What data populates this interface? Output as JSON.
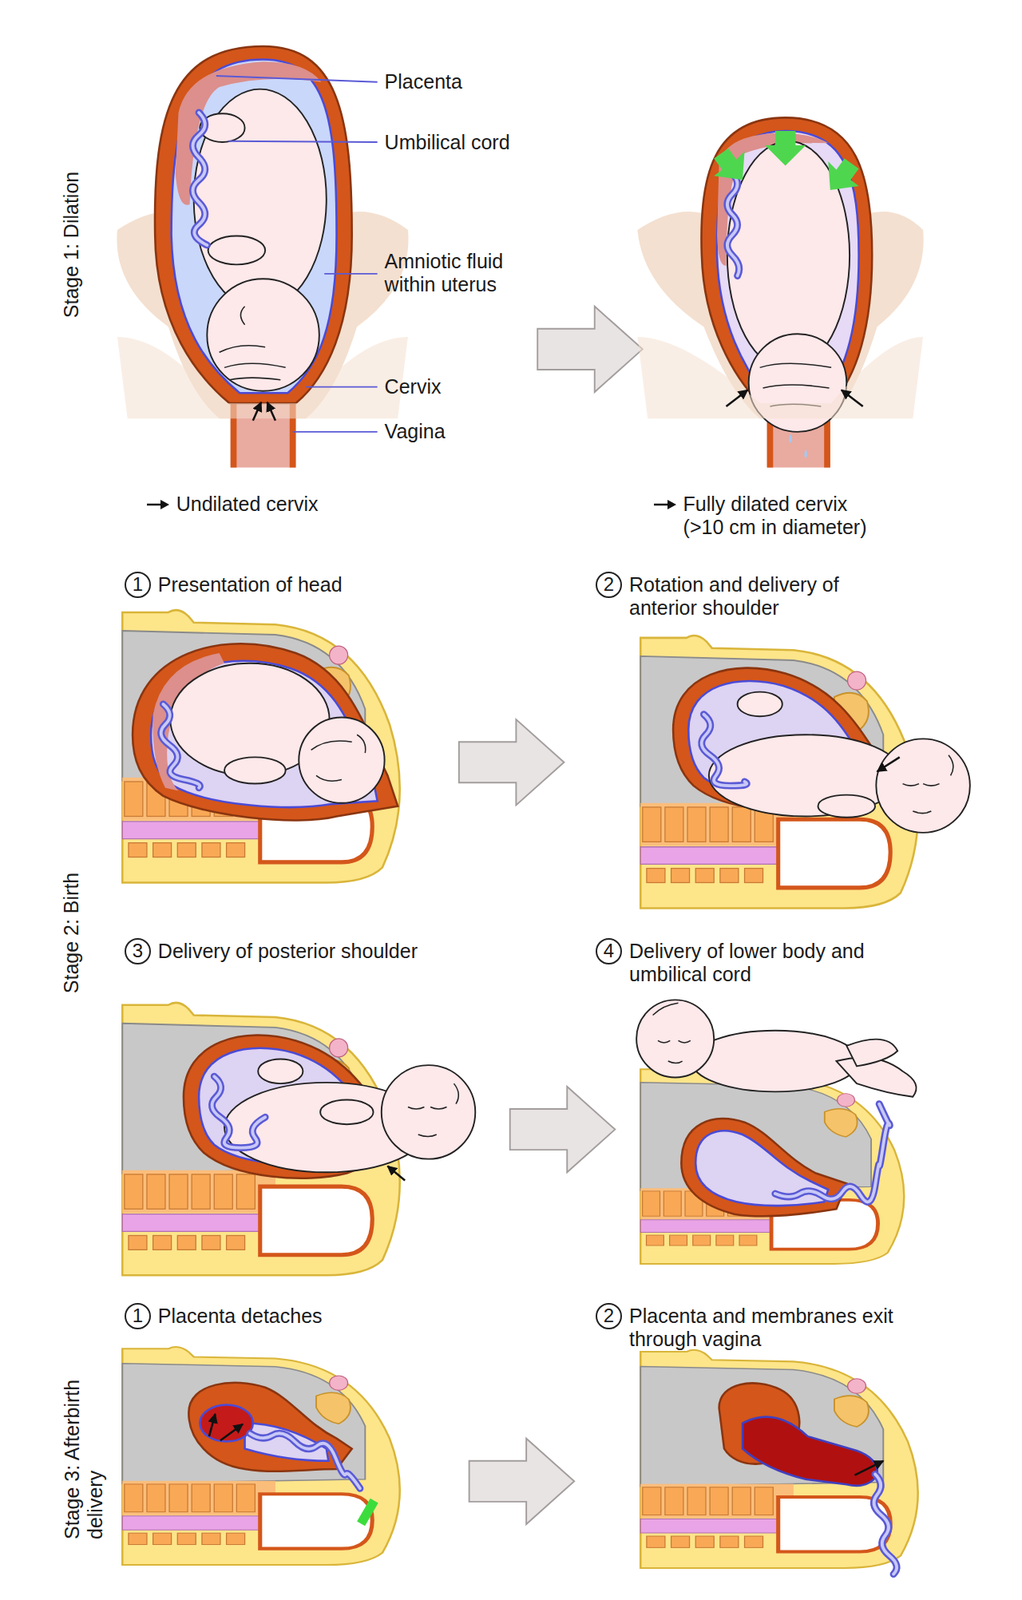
{
  "diagram": {
    "nodes": [
      {
        "text": [
          "1",
          "Presentation of head"
        ]
      },
      {
        "text": [
          "2",
          "Rotation and delivery of anterior shoulder"
        ]
      },
      {
        "text": [
          "3",
          "Delivery of posterior shoulder"
        ]
      },
      {
        "text": [
          "4",
          "Delivery of lower body and umbilical cord"
        ]
      },
      {
        "text": [
          "1",
          "Placenta detaches"
        ]
      },
      {
        "text": [
          "2",
          "Placenta and membranes exit through vagina"
        ]
      }
    ],
    "labels": [
      "Placenta",
      "Umbilical cord",
      "Amniotic fluid within uterus",
      "Cervix",
      "Vagina",
      "Stage 1: Dilation",
      "Stage 2: Birth",
      "Stage 3: Afterbirth delivery"
    ],
    "legend": [
      {
        "text": "Undilated cervix"
      },
      {
        "text": "Fully dilated cervix (>10 cm in diameter)"
      }
    ]
  }
}
